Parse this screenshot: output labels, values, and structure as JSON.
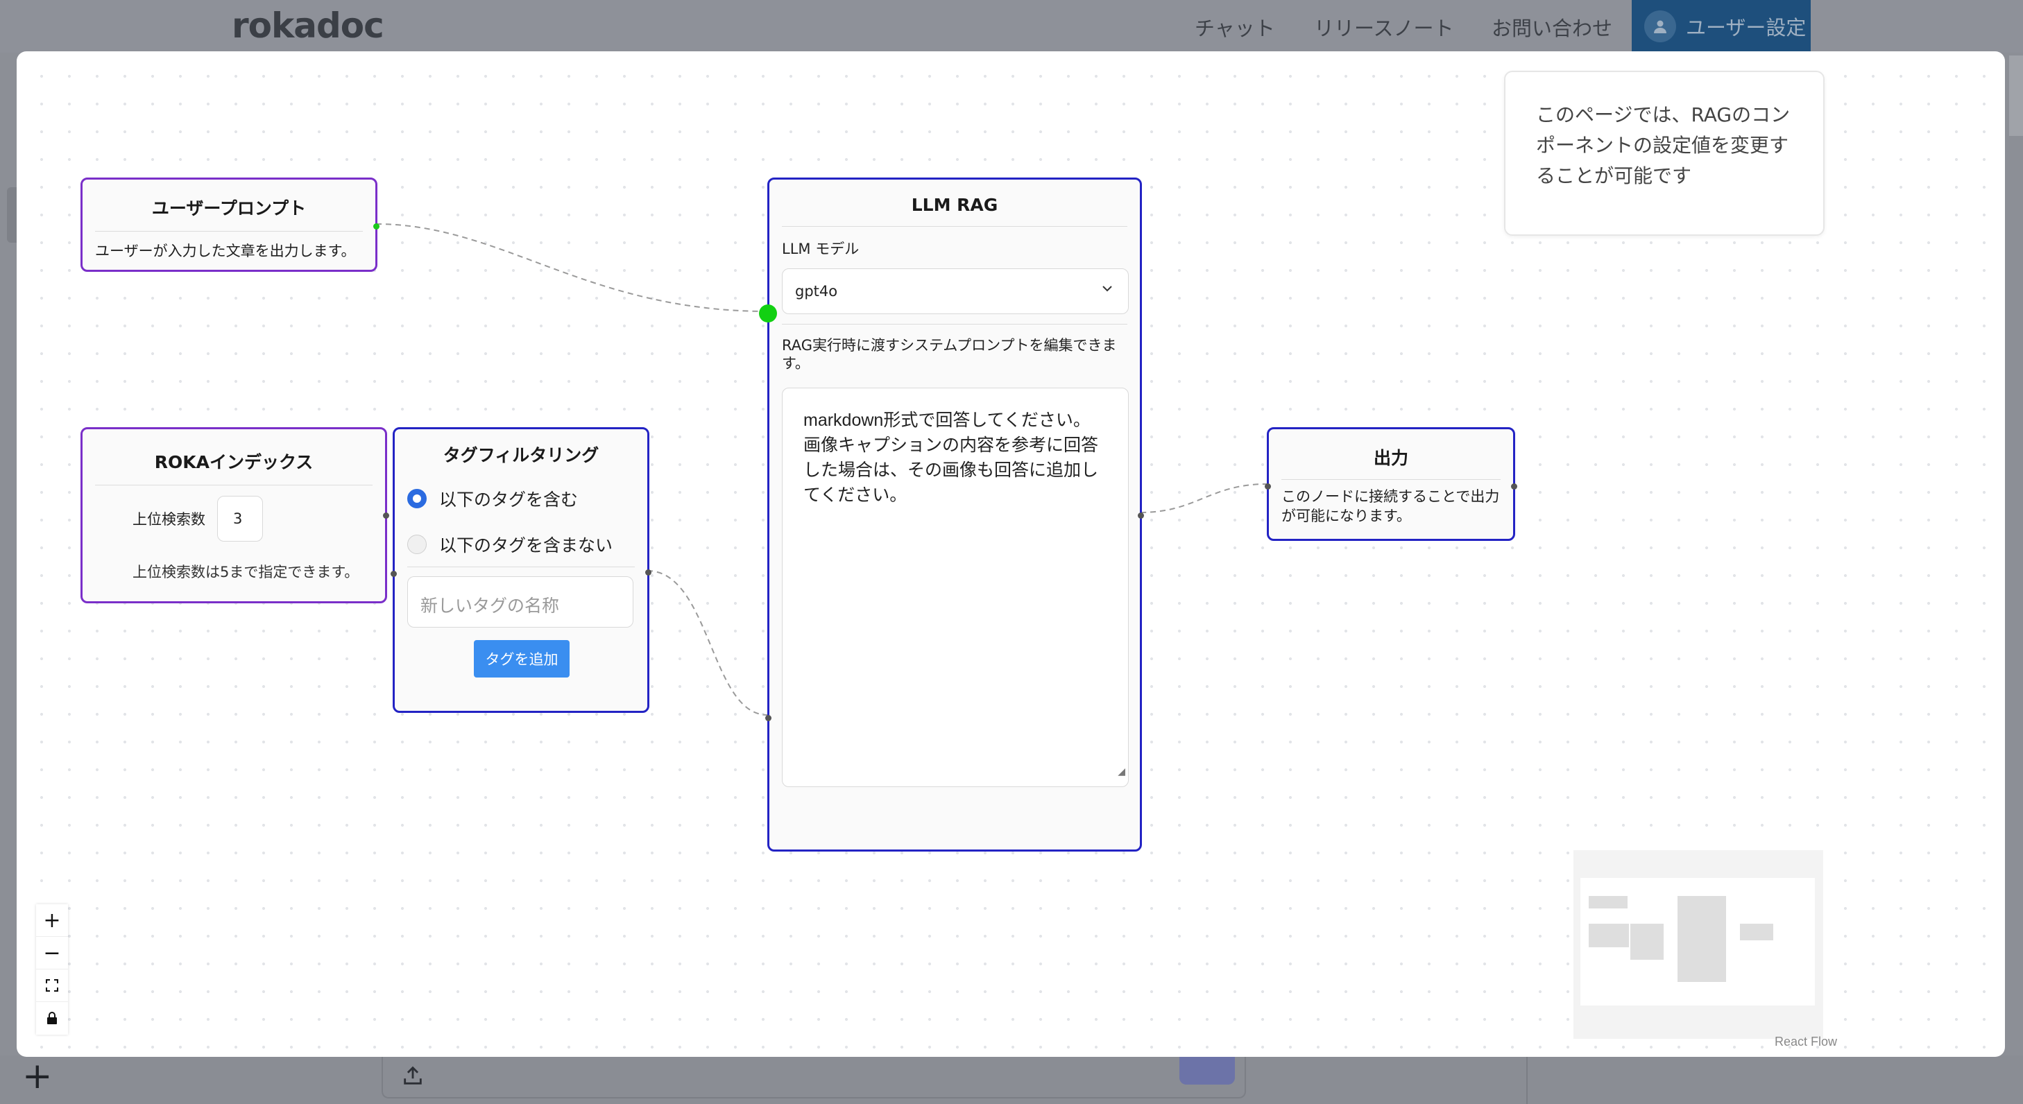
{
  "app": {
    "brand": "rokadoc"
  },
  "nav": {
    "items": [
      "チャット",
      "リリースノート",
      "お問い合わせ"
    ],
    "user_settings": "ユーザー設定"
  },
  "nodes": {
    "user_prompt": {
      "title": "ユーザープロンプト",
      "description": "ユーザーが入力した文章を出力します。"
    },
    "roka_index": {
      "title": "ROKAインデックス",
      "top_k_label": "上位検索数",
      "top_k_value": "3",
      "hint": "上位検索数は5まで指定できます。"
    },
    "tag_filter": {
      "title": "タグフィルタリング",
      "include_label": "以下のタグを含む",
      "exclude_label": "以下のタグを含まない",
      "selected": "include",
      "tag_placeholder": "新しいタグの名称",
      "add_button": "タグを追加"
    },
    "llm_rag": {
      "title": "LLM RAG",
      "model_label": "LLM モデル",
      "model_value": "gpt4o",
      "prompt_label": "RAG実行時に渡すシステムプロンプトを編集できます。",
      "prompt_value": "markdown形式で回答してください。\n画像キャプションの内容を参考に回答した場合は、その画像も回答に追加してください。"
    },
    "output": {
      "title": "出力",
      "description": "このノードに接続することで出力が可能になります。"
    }
  },
  "info": "このページでは、RAGのコンポーネントの設定値を変更することが可能です",
  "controls": {
    "zoom_in": "+",
    "zoom_out": "−"
  },
  "attribution": "React Flow",
  "colors": {
    "node_border_blue": "#2323c4",
    "node_border_purple": "#7a2fc9",
    "primary": "#3a8ef0",
    "handle_active": "#12d012"
  }
}
